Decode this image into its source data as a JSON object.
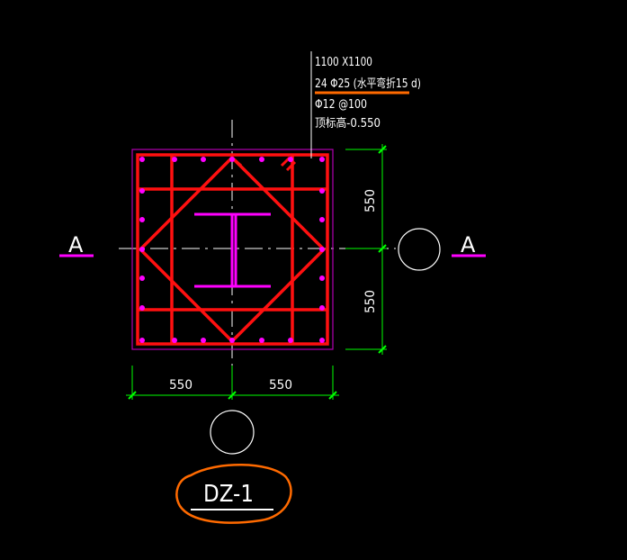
{
  "colors": {
    "background": "#000000",
    "rebar_red": "#ff1010",
    "magenta": "#ff00ff",
    "dim_green": "#00ff00",
    "white": "#ffffff",
    "highlight_orange": "#ff6a00",
    "border_purple": "#b000b0"
  },
  "annotation": {
    "size": "1100 X1100",
    "main_rebar": "24 Φ25 (水平弯折15 d)",
    "stirrup": "Φ12 @100",
    "top_elevation": "顶标高-0.550"
  },
  "dimensions": {
    "bottom_left": "550",
    "bottom_right": "550",
    "right_top": "550",
    "right_bottom": "550"
  },
  "section_marks": {
    "left": "A",
    "right": "A"
  },
  "title": "DZ-1"
}
